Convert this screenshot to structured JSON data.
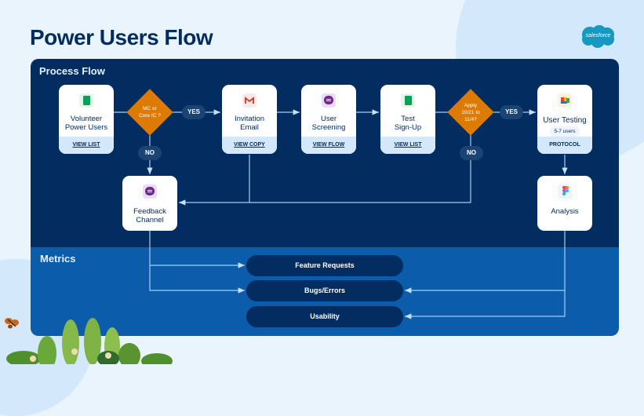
{
  "title": "Power Users Flow",
  "logo": {
    "name": "salesforce-logo",
    "text": "salesforce",
    "color": "#1798c1"
  },
  "colors": {
    "primary_dark": "#032d60",
    "metrics_blue": "#0b5cab",
    "decision_orange": "#dd7a01",
    "background": "#eaf4fd"
  },
  "process_flow": {
    "label": "Process Flow",
    "steps": [
      {
        "label": "Volunteer\nPower Users",
        "line1": "Volunteer",
        "line2": "Power Users",
        "link": "VIEW LIST",
        "icon": "google-sheets-icon"
      },
      {
        "line1": "Invitation",
        "line2": "Email",
        "link": "VIEW COPY",
        "icon": "gmail-icon"
      },
      {
        "line1": "User",
        "line2": "Screening",
        "link": "VIEW FLOW",
        "icon": "chat-form-icon"
      },
      {
        "line1": "Test",
        "line2": "Sign-Up",
        "link": "VIEW LIST",
        "icon": "google-sheets-icon"
      },
      {
        "line1": "User Testing",
        "badge": "5-7 users",
        "link": "PROTOCOL",
        "icon": "google-meet-icon"
      }
    ],
    "decisions": [
      {
        "line1": "MC or",
        "line2": "Core IC ?",
        "yes": "YES",
        "no": "NO"
      },
      {
        "line1": "Apply",
        "line2": "10/21 to",
        "line3": "11/4?",
        "yes": "YES",
        "no": "NO"
      }
    ],
    "outputs": [
      {
        "line1": "Feedback",
        "line2": "Channel",
        "icon": "chat-icon"
      },
      {
        "line1": "Analysis",
        "icon": "figma-icon"
      }
    ]
  },
  "metrics": {
    "label": "Metrics",
    "items": [
      "Feature Requests",
      "Bugs/Errors",
      "Usability"
    ]
  }
}
